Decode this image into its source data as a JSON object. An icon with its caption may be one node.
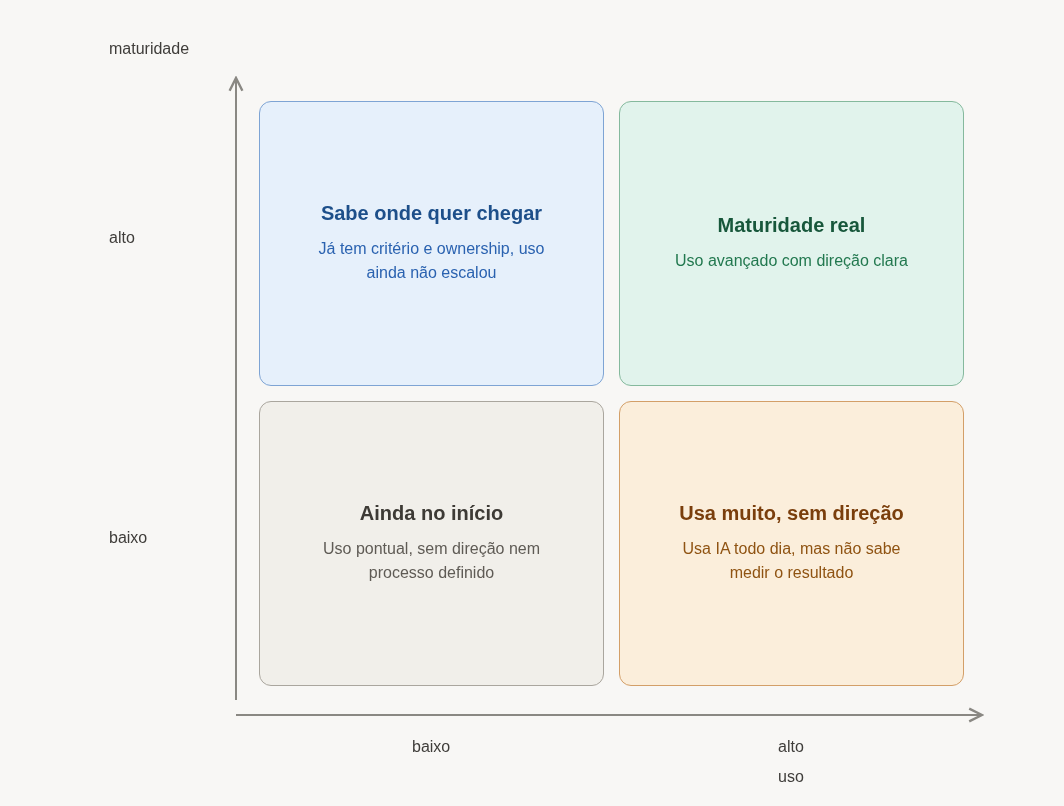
{
  "diagram": {
    "nodes": [
      {
        "text": [
          "Sabe onde quer chegar",
          "Já tem critério e ownership, uso ainda não escalou"
        ]
      },
      {
        "text": [
          "Maturidade real",
          "Uso avançado com direção clara"
        ]
      },
      {
        "text": [
          "Ainda no início",
          "Uso pontual, sem direção nem processo definido"
        ]
      },
      {
        "text": [
          "Usa muito, sem direção",
          "Usa IA todo dia, mas não sabe medir o resultado"
        ]
      }
    ],
    "labels": [
      "maturidade",
      "alto",
      "baixo",
      "baixo",
      "alto",
      "uso"
    ]
  }
}
